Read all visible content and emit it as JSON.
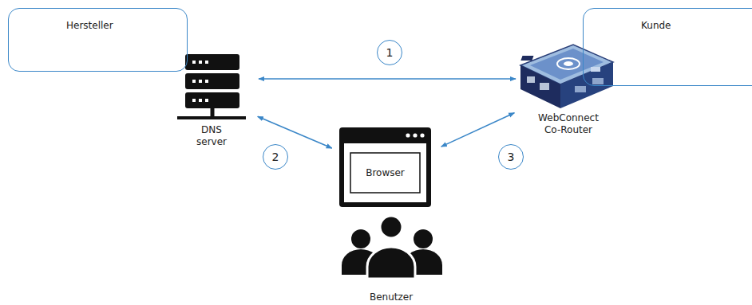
{
  "diagram": {
    "nodes": [
      {
        "text": [
          "Hersteller"
        ]
      },
      {
        "text": [
          "Kunde"
        ]
      },
      {
        "text": [
          "DNS server"
        ]
      },
      {
        "text": [
          "WebConnect Co-Router"
        ]
      },
      {
        "text": [
          "Browser"
        ]
      }
    ],
    "edges": [
      {
        "from": 2,
        "to": 3,
        "arrow": "both"
      },
      {
        "from": 2,
        "to": 4,
        "arrow": "both"
      },
      {
        "from": 4,
        "to": 3,
        "arrow": "both"
      }
    ],
    "labels": [
      "1",
      "2",
      "3",
      "Benutzer"
    ]
  }
}
